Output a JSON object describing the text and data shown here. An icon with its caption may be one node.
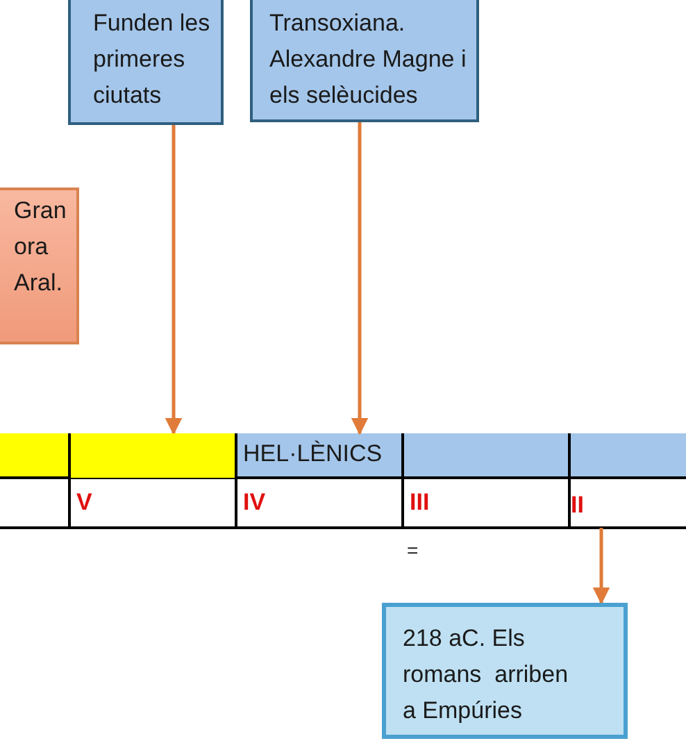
{
  "diagram": {
    "nodes": [
      {
        "text": [
          "Funden les primeres ciutats"
        ]
      },
      {
        "text": [
          "Transoxiana. Alexandre Magne i els selèucides"
        ]
      },
      {
        "text": [
          "Gran ora Aral."
        ]
      },
      {
        "text": [],
        "shape": "box"
      },
      {
        "text": [
          "HEL·LÈNICS"
        ]
      },
      {
        "text": [
          "II"
        ]
      },
      {
        "text": [
          "218 aC. Els romans  arriben a Empúries"
        ]
      }
    ],
    "edges": [
      {
        "from": 0,
        "to": 3,
        "arrow": "to"
      },
      {
        "from": 1,
        "to": 4,
        "arrow": "to"
      },
      {
        "from": 5,
        "to": 6,
        "arrow": "to"
      }
    ],
    "labels": [
      "V",
      "IV",
      "III",
      "="
    ]
  }
}
